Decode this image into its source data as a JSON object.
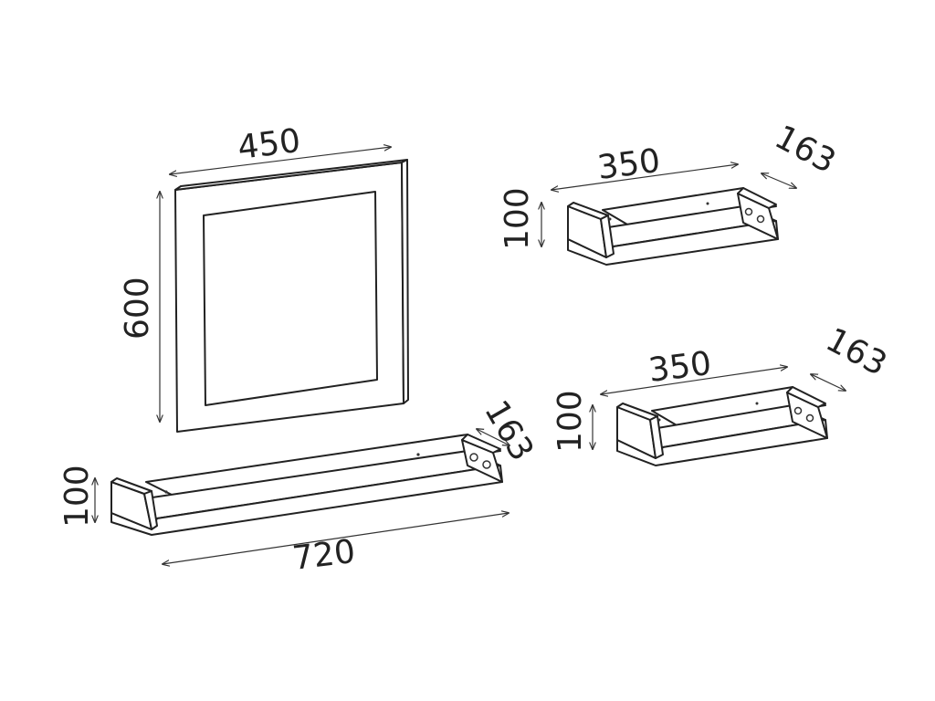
{
  "diagram": {
    "mirror": {
      "width_label": "450",
      "height_label": "600"
    },
    "shelf_large": {
      "length_label": "720",
      "depth_label": "163",
      "height_label": "100"
    },
    "shelf_small_top": {
      "length_label": "350",
      "depth_label": "163",
      "height_label": "100"
    },
    "shelf_small_bottom": {
      "length_label": "350",
      "depth_label": "163",
      "height_label": "100"
    }
  }
}
